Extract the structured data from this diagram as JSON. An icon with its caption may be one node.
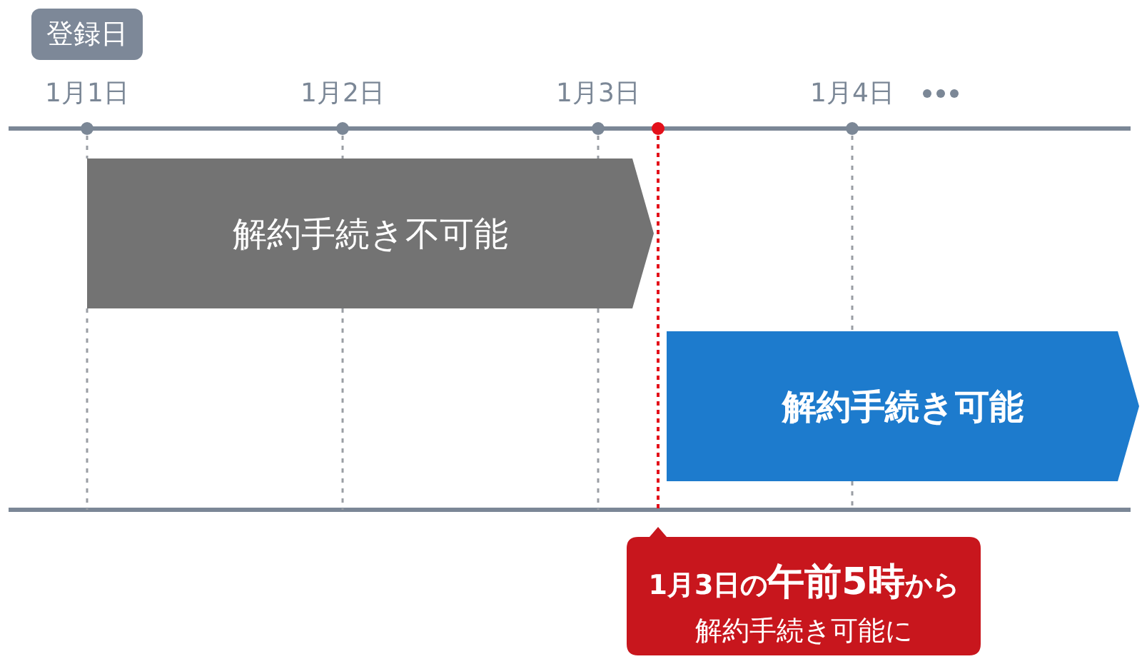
{
  "diagram": {
    "nodes": [
      {
        "text": [
          "登録日"
        ]
      },
      {
        "text": [
          "解約手続き不可能"
        ]
      },
      {
        "text": [
          "解約手続き可能"
        ]
      },
      {
        "text": [
          "1月3日の**午前5時**から",
          "解約手続き可能に"
        ]
      }
    ],
    "labels": [
      "1月1日",
      "1月2日",
      "1月3日",
      "1月4日"
    ]
  }
}
